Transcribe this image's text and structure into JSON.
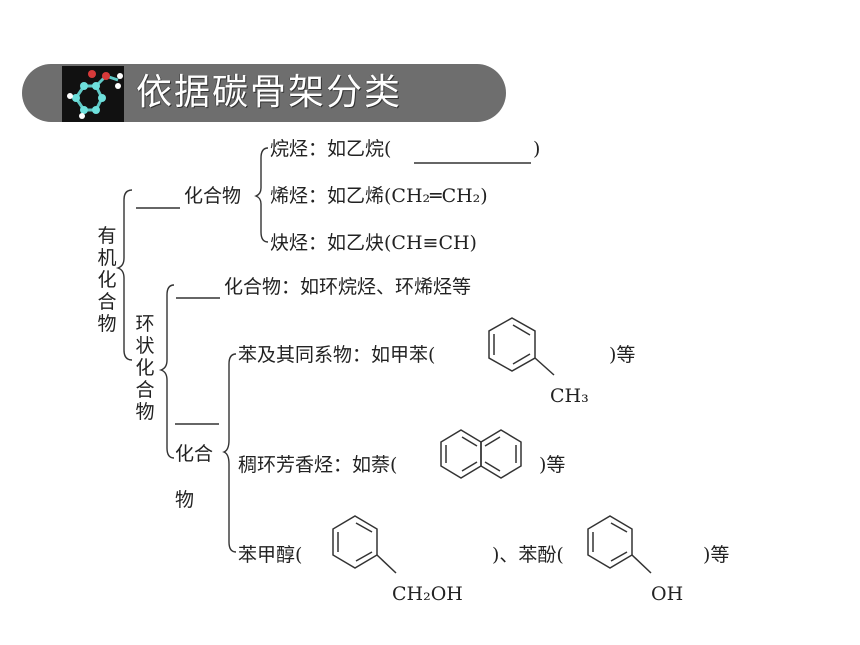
{
  "title": "依据碳骨架分类",
  "root": "有机化合物",
  "cyclic": "环状化合物",
  "chain_suffix": "化合物",
  "alkane": "烷烃：如乙烷(",
  "alkane_close": ")",
  "alkene": "烯烃：如乙烯(CH₂═CH₂)",
  "alkyne": "炔烃：如乙炔(CH≡CH)",
  "alicyclic": "化合物：如环烷烃、环烯烃等",
  "aromatic_label_1": "化合",
  "aromatic_label_2": "物",
  "benzene": "苯及其同系物：如甲苯(",
  "benzene_close": ")等",
  "fused": "稠环芳香烃：如萘(",
  "fused_close": ")等",
  "alcohol": "苯甲醇(",
  "alcohol_mid": ")、苯酚(",
  "alcohol_close": ")等",
  "ch3": "CH₃",
  "ch2oh": "CH₂OH",
  "oh": "OH",
  "colors": {
    "banner": "#6e6e6e",
    "title": "#ffffff",
    "ink": "#222222"
  },
  "icons": [
    "molecule-logo-icon"
  ]
}
